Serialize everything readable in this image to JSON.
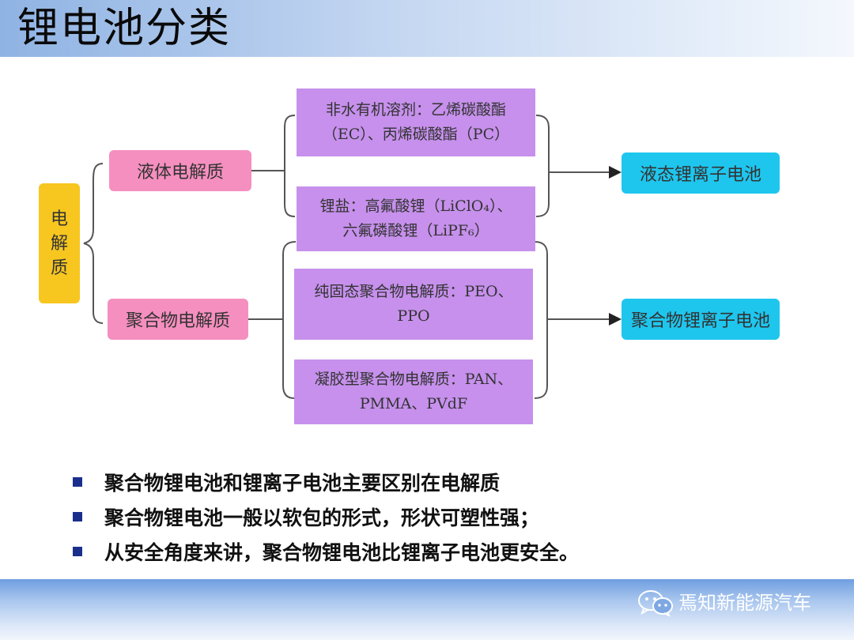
{
  "title": "锂电池分类",
  "diagram": {
    "root": [
      "电",
      "解",
      "质"
    ],
    "liquid_label": "液体电解质",
    "polymer_label": "聚合物电解质",
    "liquid_solvent": [
      "非水有机溶剂：乙烯碳酸酯",
      "（EC）、丙烯碳酸酯（PC）"
    ],
    "liquid_salt": [
      "锂盐：高氟酸锂（LiClO₄）、",
      "六氟磷酸锂（LiPF₆）"
    ],
    "polymer_solid": [
      "纯固态聚合物电解质：PEO、",
      "PPO"
    ],
    "polymer_gel": [
      "凝胶型聚合物电解质：PAN、",
      "PMMA、PVdF"
    ],
    "liquid_result": "液态锂离子电池",
    "polymer_result": "聚合物锂离子电池"
  },
  "bullets": [
    "聚合物锂电池和锂离子电池主要区别在电解质",
    "聚合物锂电池一般以软包的形式，形状可塑性强；",
    "从安全角度来讲，聚合物锂电池比锂离子电池更安全。"
  ],
  "footer": {
    "brand": "焉知新能源汽车",
    "icon": "wechat-icon"
  },
  "colors": {
    "pink": "#f58fbf",
    "cyan": "#1ec6ee",
    "yellow": "#f7c61f",
    "purple": "#c690ec",
    "bullet": "#1a2f8c"
  }
}
